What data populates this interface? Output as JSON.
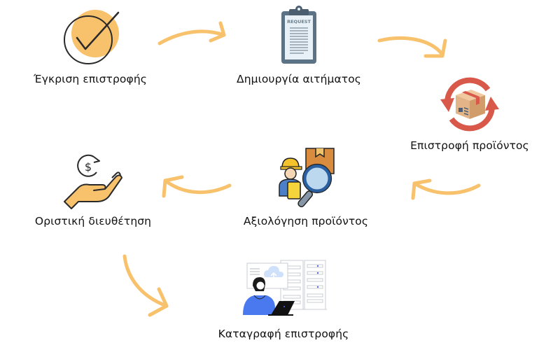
{
  "title": "Return process flow",
  "accent_color": "#f8c16c",
  "steps": [
    {
      "id": "approval",
      "label": "Έγκριση επιστροφής",
      "icon": "check-circle-icon"
    },
    {
      "id": "request",
      "label": "Δημιουργία αιτήματος",
      "icon": "clipboard-request-icon",
      "icon_text": "REQUEST"
    },
    {
      "id": "product-return",
      "label": "Επιστροφή προϊόντος",
      "icon": "box-return-cycle-icon"
    },
    {
      "id": "evaluation",
      "label": "Αξιολόγηση προϊόντος",
      "icon": "inspector-magnifier-icon"
    },
    {
      "id": "settlement",
      "label": "Οριστική διευθέτηση",
      "icon": "hand-money-icon",
      "icon_text": "$"
    },
    {
      "id": "recording",
      "label": "Καταγραφή επιστροφής",
      "icon": "person-laptop-server-icon"
    }
  ],
  "flow": [
    {
      "from": "approval",
      "to": "request"
    },
    {
      "from": "request",
      "to": "product-return"
    },
    {
      "from": "product-return",
      "to": "evaluation"
    },
    {
      "from": "evaluation",
      "to": "settlement"
    },
    {
      "from": "settlement",
      "to": "recording"
    }
  ]
}
